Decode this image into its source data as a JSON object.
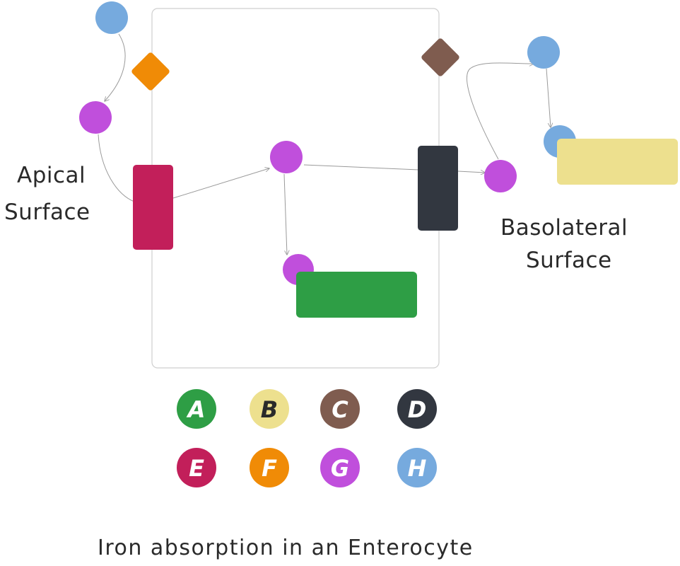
{
  "colors": {
    "A": "#2e9e45",
    "B": "#ede08e",
    "C": "#7f5c4f",
    "D": "#323740",
    "E": "#c21f5a",
    "F": "#f08b06",
    "G": "#c04fdc",
    "H": "#76aade",
    "cell_border": "#cfcfcf",
    "text": "#2a2a2a"
  },
  "labels": {
    "apical_line1": "Apical",
    "apical_line2": "Surface",
    "basolateral_line1": "Basolateral",
    "basolateral_line2": "Surface",
    "title": "Iron absorption in an Enterocyte"
  },
  "legend": [
    {
      "letter": "A",
      "color": "#2e9e45",
      "text_color": "#ffffff"
    },
    {
      "letter": "B",
      "color": "#ede08e",
      "text_color": "#2a2a2a"
    },
    {
      "letter": "C",
      "color": "#7f5c4f",
      "text_color": "#ffffff"
    },
    {
      "letter": "D",
      "color": "#323740",
      "text_color": "#ffffff"
    },
    {
      "letter": "E",
      "color": "#c21f5a",
      "text_color": "#ffffff"
    },
    {
      "letter": "F",
      "color": "#f08b06",
      "text_color": "#ffffff"
    },
    {
      "letter": "G",
      "color": "#c04fdc",
      "text_color": "#ffffff"
    },
    {
      "letter": "H",
      "color": "#76aade",
      "text_color": "#ffffff"
    }
  ]
}
